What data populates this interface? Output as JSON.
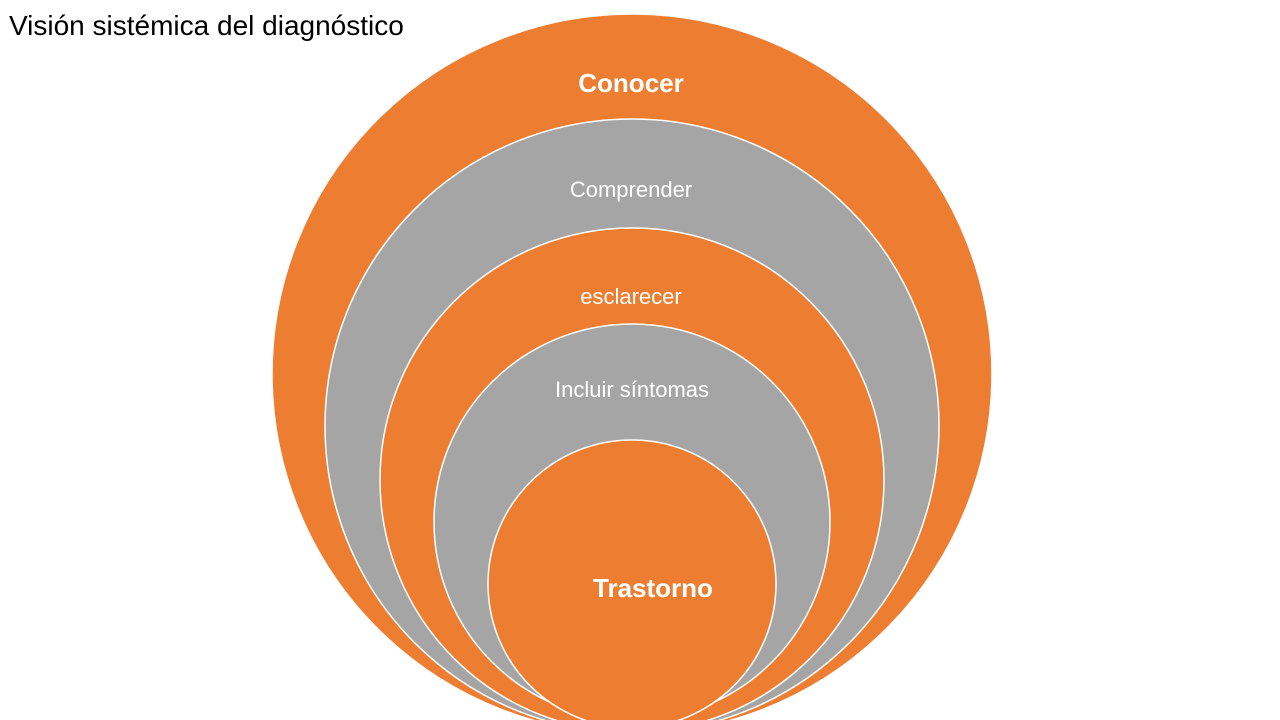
{
  "slide": {
    "title": "Visión sistémica del diagnóstico"
  },
  "diagram": {
    "colors": {
      "orange": "#ED7D31",
      "gray": "#A5A5A5",
      "outline": "#FFFFFF",
      "label": "#FFFFFF"
    },
    "layers": [
      {
        "label": "Conocer",
        "color": "orange",
        "bold": true
      },
      {
        "label": "Comprender",
        "color": "gray",
        "bold": false
      },
      {
        "label": "esclarecer",
        "color": "orange",
        "bold": false
      },
      {
        "label": "Incluir síntomas",
        "color": "gray",
        "bold": false
      },
      {
        "label": "Trastorno",
        "color": "orange",
        "bold": true
      }
    ]
  }
}
